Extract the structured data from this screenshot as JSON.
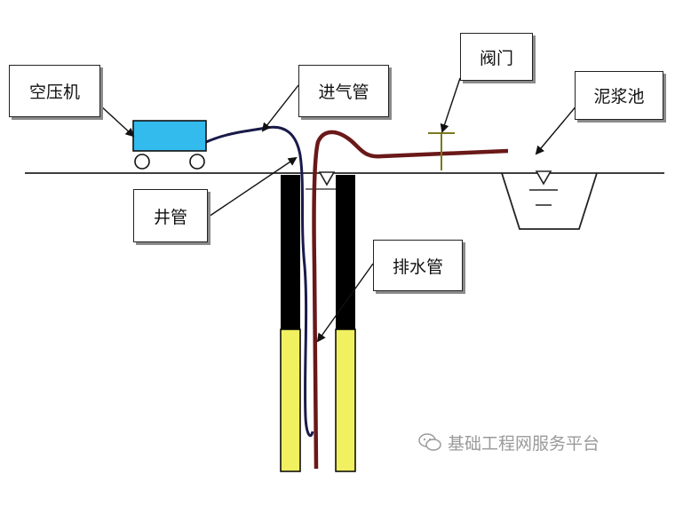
{
  "labels": {
    "compressor": "空压机",
    "air_pipe": "进气管",
    "valve": "阀门",
    "mud_pool": "泥浆池",
    "well_pipe": "井管",
    "drain_pipe": "排水管"
  },
  "watermark": {
    "text": "基础工程网服务平台",
    "icon": "wechat-icon"
  },
  "colors": {
    "compressor_body": "#33bbee",
    "well_upper": "#000000",
    "well_lower": "#f0f060",
    "air_pipe": "#1a1a4a",
    "drain_pipe": "#6a1818",
    "valve": "#7a7a20",
    "ground": "#222222"
  }
}
